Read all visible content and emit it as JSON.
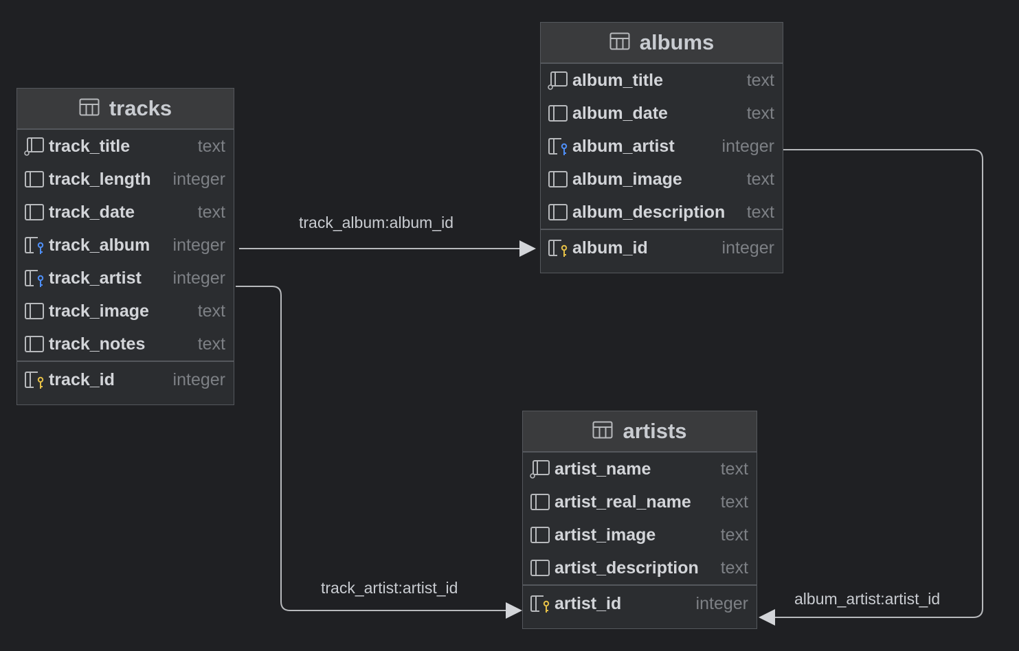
{
  "tables": {
    "tracks": {
      "name": "tracks",
      "columns": [
        {
          "name": "track_title",
          "type": "text"
        },
        {
          "name": "track_length",
          "type": "integer"
        },
        {
          "name": "track_date",
          "type": "text"
        },
        {
          "name": "track_album",
          "type": "integer"
        },
        {
          "name": "track_artist",
          "type": "integer"
        },
        {
          "name": "track_image",
          "type": "text"
        },
        {
          "name": "track_notes",
          "type": "text"
        }
      ],
      "primary_key": {
        "name": "track_id",
        "type": "integer"
      }
    },
    "albums": {
      "name": "albums",
      "columns": [
        {
          "name": "album_title",
          "type": "text"
        },
        {
          "name": "album_date",
          "type": "text"
        },
        {
          "name": "album_artist",
          "type": "integer"
        },
        {
          "name": "album_image",
          "type": "text"
        },
        {
          "name": "album_description",
          "type": "text"
        }
      ],
      "primary_key": {
        "name": "album_id",
        "type": "integer"
      }
    },
    "artists": {
      "name": "artists",
      "columns": [
        {
          "name": "artist_name",
          "type": "text"
        },
        {
          "name": "artist_real_name",
          "type": "text"
        },
        {
          "name": "artist_image",
          "type": "text"
        },
        {
          "name": "artist_description",
          "type": "text"
        }
      ],
      "primary_key": {
        "name": "artist_id",
        "type": "integer"
      }
    }
  },
  "relations": {
    "track_album": "track_album:album_id",
    "track_artist": "track_artist:artist_id",
    "album_artist": "album_artist:artist_id"
  },
  "colors": {
    "background": "#1f2023",
    "key_primary": "#e5c047",
    "key_foreign": "#4f8ff7",
    "wire": "#b8babd"
  }
}
